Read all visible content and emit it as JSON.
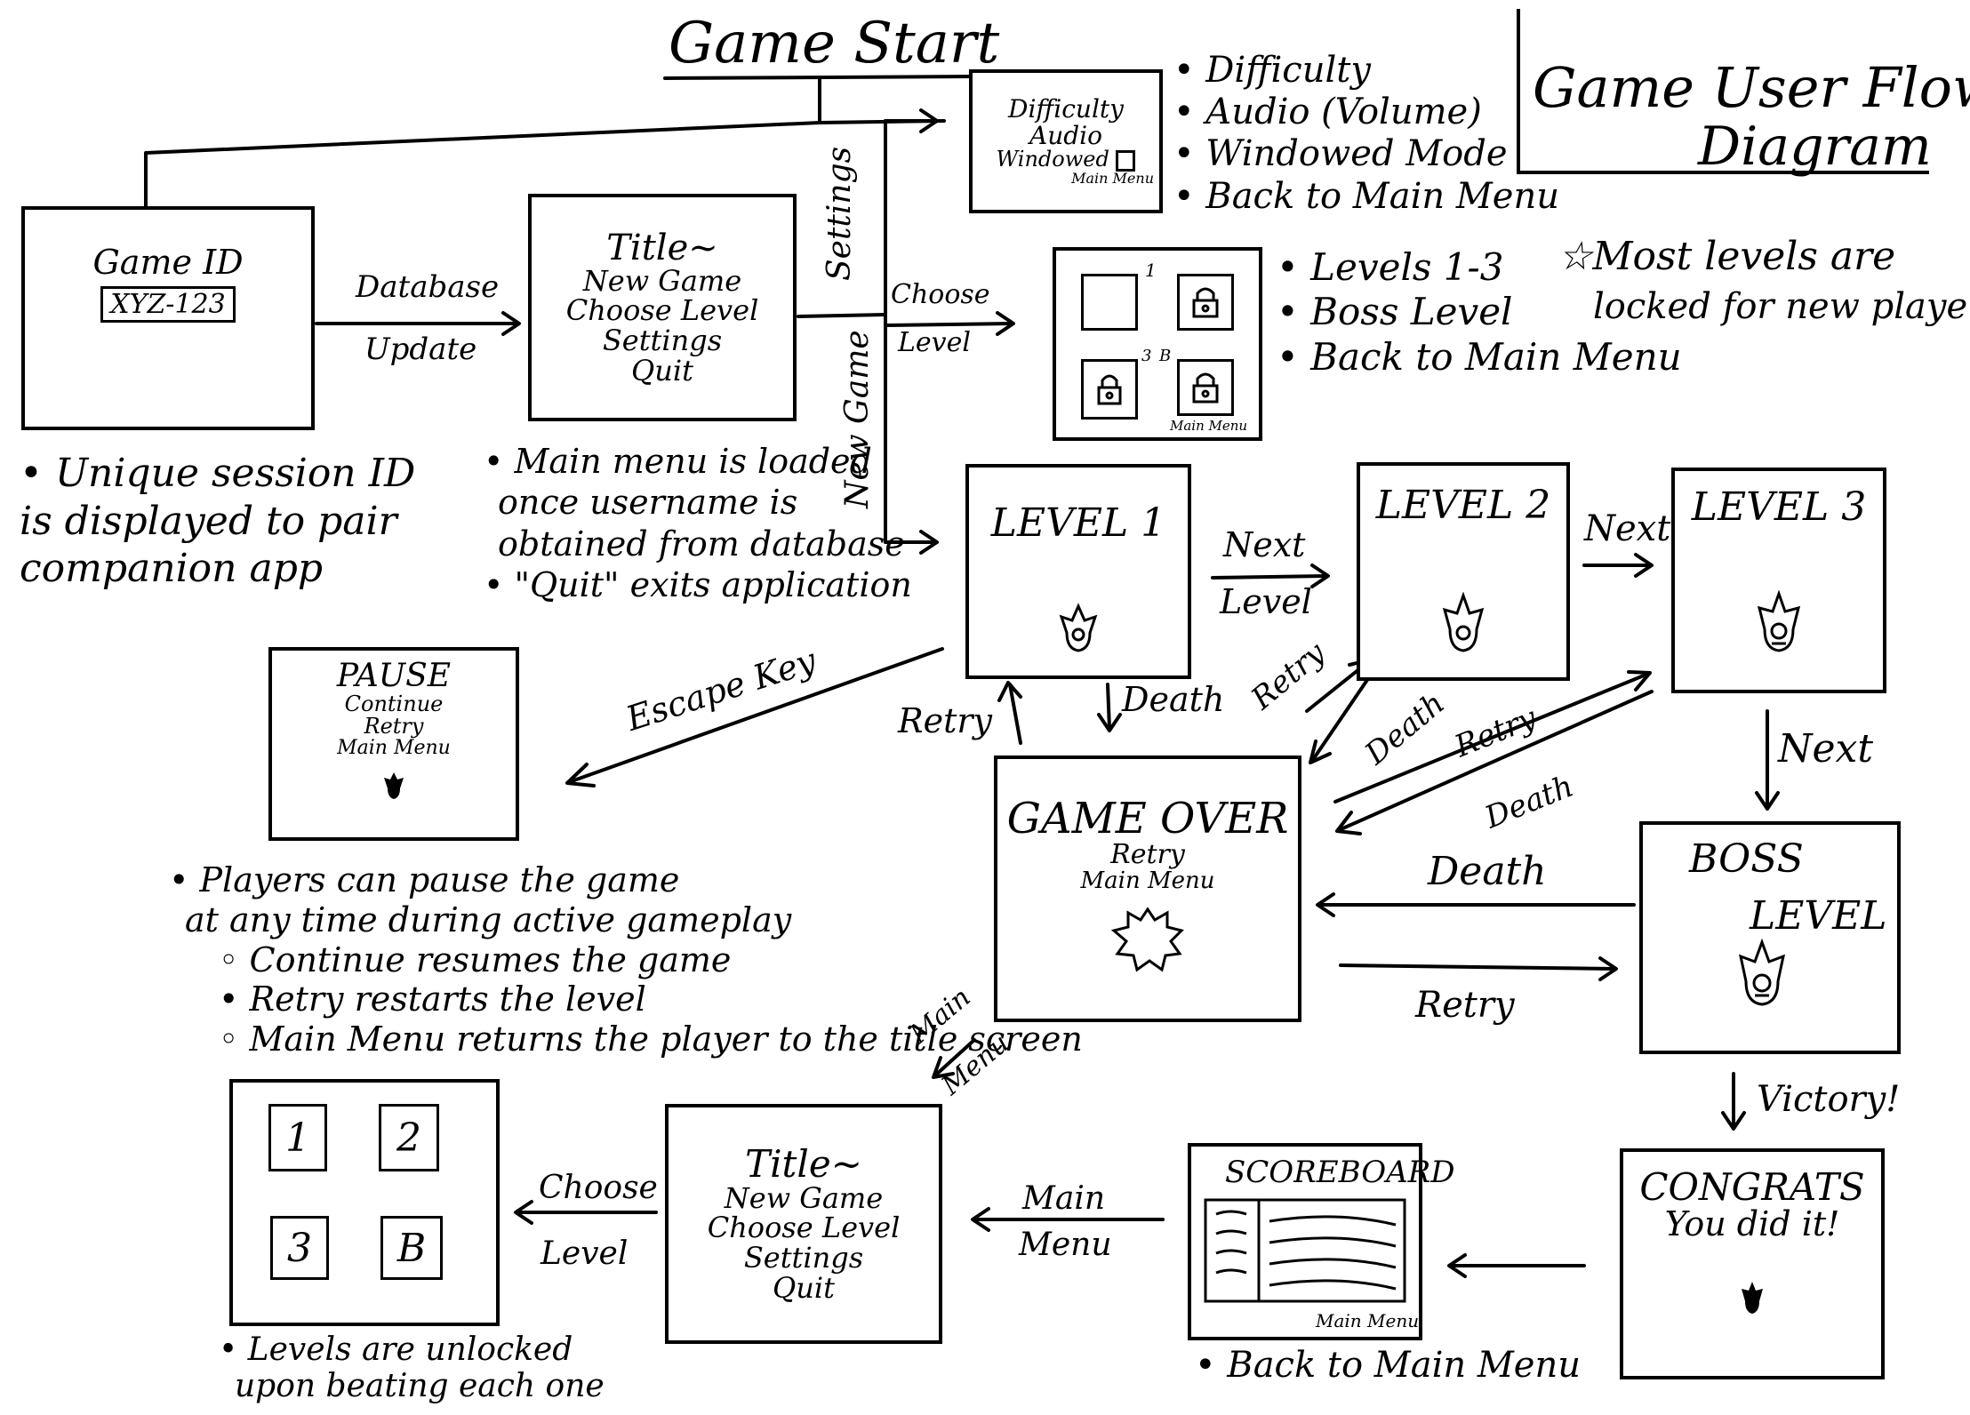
{
  "heading": {
    "text": "Game Start"
  },
  "diagram_title": {
    "line1": "Game User Flow",
    "line2": "Diagram"
  },
  "note_locked": {
    "line1": "Most levels are",
    "line2": "locked for new players"
  },
  "game_id_box": {
    "label": "Game ID",
    "code": "XYZ-123"
  },
  "notes_session": [
    "• Unique session ID",
    "is displayed to pair",
    "companion app"
  ],
  "title_box": {
    "lines": [
      "Title~",
      "New Game",
      "Choose Level",
      "Settings",
      "Quit"
    ]
  },
  "notes_title": [
    "• Main menu is loaded",
    "once username is",
    "obtained from database",
    "• \"Quit\" exits application"
  ],
  "settings_box": {
    "lines": [
      "Difficulty",
      "Audio",
      "Windowed"
    ],
    "footer": "Main Menu"
  },
  "settings_notes": [
    "• Difficulty",
    "• Audio (Volume)",
    "• Windowed Mode",
    "• Back to Main Menu"
  ],
  "level_select_box": {
    "label_1": "1",
    "label_b": "B",
    "label_3": "3",
    "footer": "Main Menu"
  },
  "level_select_notes": [
    "• Levels 1-3",
    "• Boss Level",
    "• Back to Main Menu"
  ],
  "level1": {
    "label": "LEVEL 1"
  },
  "level2": {
    "label": "LEVEL 2"
  },
  "level3": {
    "label": "LEVEL 3"
  },
  "boss": {
    "line1": "BOSS",
    "line2": "LEVEL"
  },
  "pause_box": {
    "lines": [
      "PAUSE",
      "Continue",
      "Retry",
      "Main Menu"
    ]
  },
  "pause_notes": [
    "• Players can pause the game",
    "at any time during active gameplay",
    "◦ Continue resumes the game",
    "• Retry restarts the level",
    "◦ Main Menu returns the player to the title screen"
  ],
  "game_over_box": {
    "lines": [
      "GAME OVER",
      "Retry",
      "Main Menu"
    ]
  },
  "congrats_box": {
    "line1": "CONGRATS",
    "line2": "You did it!"
  },
  "scoreboard_box": {
    "label": "SCOREBOARD",
    "footer": "Main Menu"
  },
  "scoreboard_notes": [
    "• Back to Main Menu"
  ],
  "title_box_2": {
    "lines": [
      "Title~",
      "New Game",
      "Choose Level",
      "Settings",
      "Quit"
    ]
  },
  "level_grid_box": {
    "cells": [
      "1",
      "2",
      "3",
      "B"
    ]
  },
  "level_grid_notes": [
    "• Levels are unlocked",
    "upon beating each one"
  ],
  "edge_labels": {
    "database": "Database",
    "update": "Update",
    "settings": "Settings",
    "new_game": "New Game",
    "choose": "Choose",
    "level": "Level",
    "next": "Next",
    "next_level": "Level",
    "next2": "Next",
    "next3": "Next",
    "escape_key": "Escape Key",
    "retry_l1": "Retry",
    "death_l1": "Death",
    "retry_l2": "Retry",
    "death_l2": "Death",
    "retry_l3": "Retry",
    "death_l3": "Death",
    "death_boss": "Death",
    "retry_boss": "Retry",
    "victory": "Victory!",
    "main": "Main",
    "menu": "Menu",
    "main_menu_diag_1": "Main",
    "main_menu_diag_2": "Menu",
    "choose2": "Choose",
    "level2": "Level"
  }
}
